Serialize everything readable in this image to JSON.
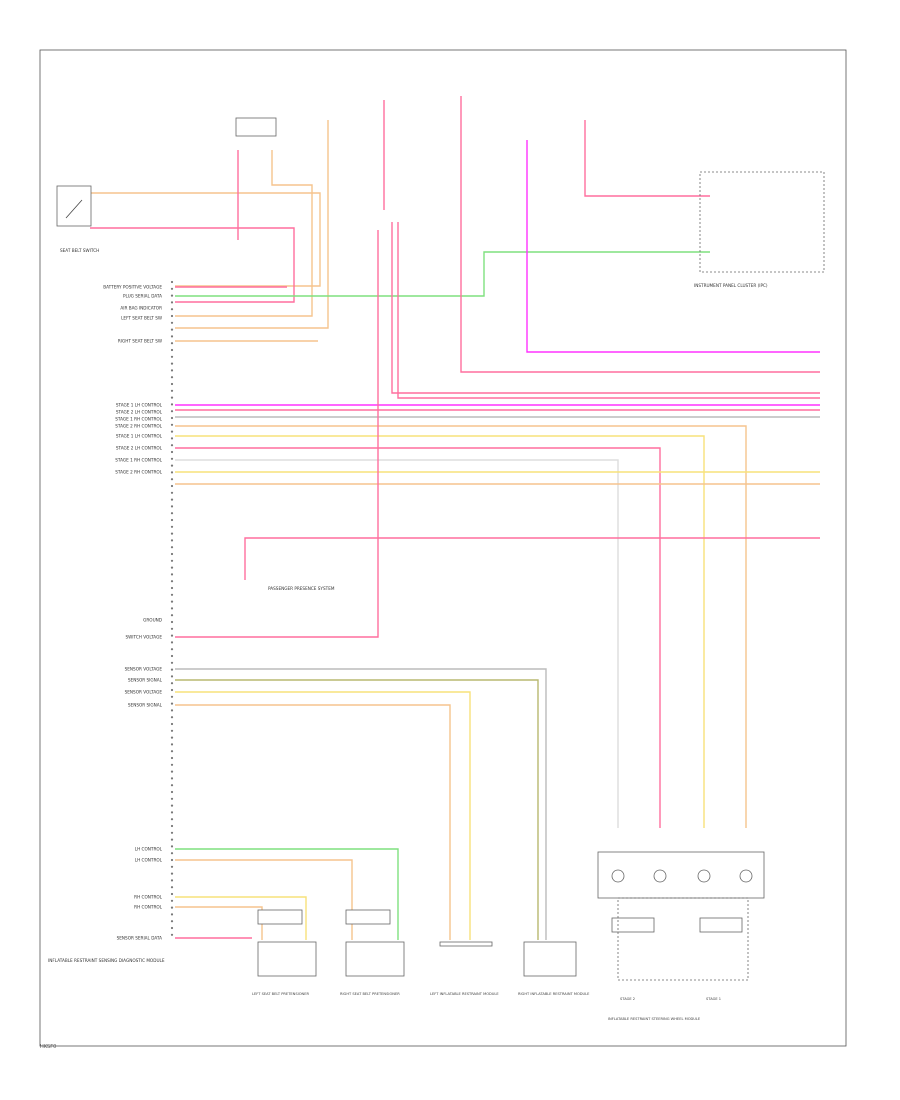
{
  "diagram": {
    "left_labels": [
      "BATTERY POSITIVE VOLTAGE",
      "PLUG SERIAL DATA",
      "AIR BAG INDICATOR",
      "LEFT SEAT BELT SW",
      "RIGHT SEAT BELT SW",
      "STAGE 1 LH CONTROL",
      "STAGE 2 LH CONTROL",
      "STAGE 1 RH CONTROL",
      "STAGE 2 RH CONTROL",
      "STAGE 1 LH CONTROL",
      "STAGE 2 LH CONTROL",
      "STAGE 1 RH CONTROL",
      "STAGE 2 RH CONTROL",
      "GROUND",
      "SWITCH VOLTAGE",
      "SENSOR VOLTAGE",
      "SENSOR SIGNAL",
      "SENSOR VOLTAGE",
      "SENSOR SIGNAL",
      "LH CONTROL",
      "LH CONTROL",
      "RH CONTROL",
      "RH CONTROL",
      "SENSOR SERIAL DATA"
    ],
    "module_label": "INFLATABLE RESTRAINT SENSING DIAGNOSTIC MODULE",
    "ipc_label": "INSTRUMENT PANEL CLUSTER (IPC)",
    "passenger_label": "PASSENGER PRESENCE SYSTEM",
    "pretensioner_labels": [
      "LEFT SEAT BELT PRETENSIONER",
      "RIGHT SEAT BELT PRETENSIONER"
    ],
    "side_module_labels": [
      "LEFT INFLATABLE RESTRAINT MODULE",
      "RIGHT INFLATABLE RESTRAINT MODULE"
    ],
    "steering_label": "INFLATABLE RESTRAINT STEERING WHEEL MODULE",
    "stage_labels": [
      "STAGE 2",
      "STAGE 1"
    ],
    "footer_code": "HKSF0"
  },
  "colors": {
    "pink": "#ff6f9e",
    "magenta": "#ff33ff",
    "yellow": "#f7e27a",
    "orange": "#f6c48d",
    "green": "#7fe07f",
    "olive": "#b8b870",
    "tan": "#d7c391",
    "gray": "#bbbbbb"
  }
}
